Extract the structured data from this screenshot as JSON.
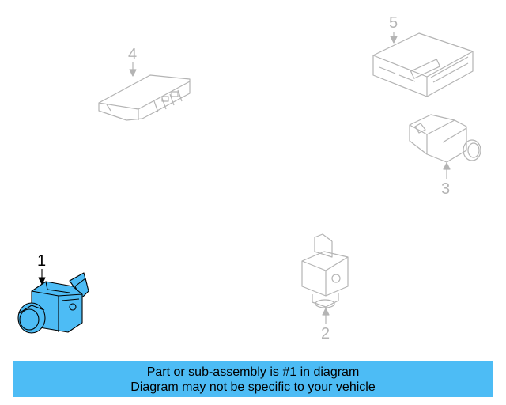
{
  "diagram": {
    "callouts": {
      "c1": "1",
      "c2": "2",
      "c3": "3",
      "c4": "4",
      "c5": "5"
    },
    "highlight_part": "1",
    "colors": {
      "highlight_fill": "#4dbcf5",
      "outline_gray": "#b4b4b4",
      "outline_dark": "#000000"
    }
  },
  "banner": {
    "line1": "Part or sub-assembly is #1 in diagram",
    "line2": "Diagram may not be specific to your vehicle",
    "background": "#4dbcf5"
  }
}
